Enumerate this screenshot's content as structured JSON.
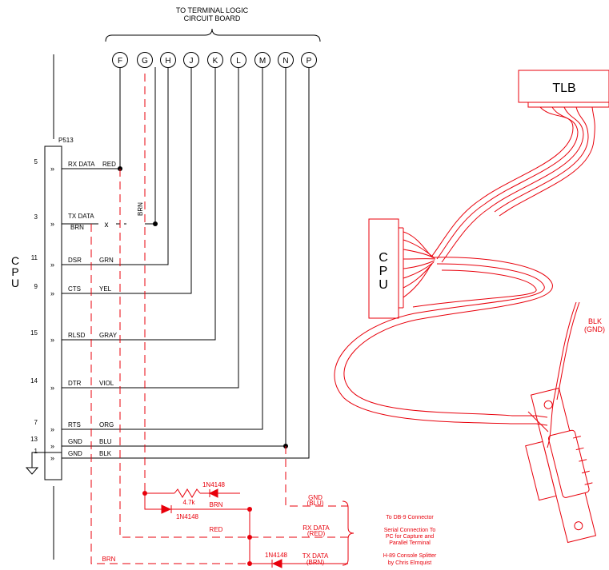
{
  "title": {
    "line1": "TO TERMINAL LOGIC",
    "line2": "CIRCUIT BOARD"
  },
  "connector_label": "P513",
  "cpu_label": [
    "C",
    "P",
    "U"
  ],
  "terminal_pins": [
    "F",
    "G",
    "H",
    "J",
    "K",
    "L",
    "M",
    "N",
    "P"
  ],
  "cpu_pins": [
    {
      "number": "5",
      "signal": "RX DATA",
      "wire": "RED"
    },
    {
      "number": "3",
      "signal": "TX DATA",
      "wire": "BRN"
    },
    {
      "number": "11",
      "signal": "DSR",
      "wire": "GRN"
    },
    {
      "number": "9",
      "signal": "CTS",
      "wire": "YEL"
    },
    {
      "number": "15",
      "signal": "RLSD",
      "wire": "GRAY"
    },
    {
      "number": "14",
      "signal": "DTR",
      "wire": "VIOL"
    },
    {
      "number": "7",
      "signal": "RTS",
      "wire": "ORG"
    },
    {
      "number": "13",
      "signal": "GND",
      "wire": "BLU"
    },
    {
      "number": "1",
      "signal": "GND",
      "wire": "BLK"
    }
  ],
  "brn_vertical_label": "BRN",
  "break_mark": "x",
  "splitter": {
    "resistor": "4.7k",
    "resistor_wire": "BRN",
    "diode_top": "1N4148",
    "diode_mid": "1N4148",
    "diode_bottom": "1N4148",
    "red_label": "RED",
    "brn_label": "BRN",
    "gnd": "GND",
    "gnd_color": "(BLU)",
    "rx": "RX DATA",
    "rx_color": "(RED)",
    "tx": "TX DATA",
    "tx_color": "(BRN)"
  },
  "notes": {
    "db9": "To DB-9 Connector",
    "serial1": "Serial Connection To",
    "serial2": "PC for Capture and",
    "serial3": "Parallel Terminal",
    "credit1": "H-89 Console Splitter",
    "credit2": "by Chris Elmquist"
  },
  "illustration": {
    "tlb": "TLB",
    "cpu": [
      "C",
      "P",
      "U"
    ],
    "blk": "BLK",
    "gnd": "(GND)"
  },
  "colors": {
    "ink": "#000000",
    "red": "#e8000b"
  }
}
